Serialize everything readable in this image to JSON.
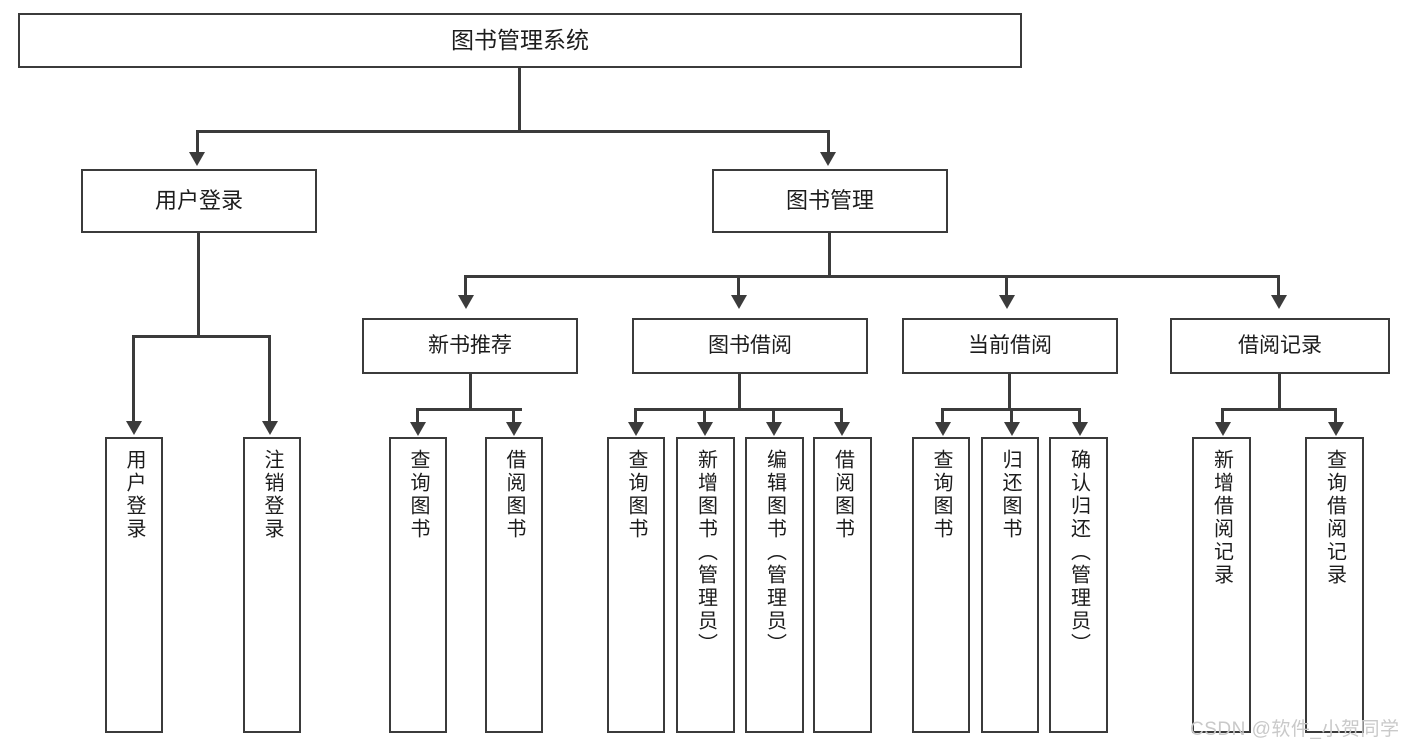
{
  "diagram": {
    "type": "tree-hierarchy",
    "title": "图书管理系统",
    "root": {
      "label": "图书管理系统"
    },
    "level2": [
      {
        "id": "user-login",
        "label": "用户登录"
      },
      {
        "id": "book-management",
        "label": "图书管理"
      }
    ],
    "level3": [
      {
        "id": "new-book-recommend",
        "label": "新书推荐"
      },
      {
        "id": "book-borrow",
        "label": "图书借阅"
      },
      {
        "id": "current-borrow",
        "label": "当前借阅"
      },
      {
        "id": "borrow-record",
        "label": "借阅记录"
      }
    ],
    "leaves": {
      "user_login": [
        {
          "id": "leaf-user-login",
          "label": "用户登录"
        },
        {
          "id": "leaf-logout-login",
          "label": "注销登录"
        }
      ],
      "new_book_recommend": [
        {
          "id": "leaf-query-book-1",
          "label": "查询图书"
        },
        {
          "id": "leaf-borrow-book-1",
          "label": "借阅图书"
        }
      ],
      "book_borrow": [
        {
          "id": "leaf-query-book-2",
          "label": "查询图书"
        },
        {
          "id": "leaf-add-book",
          "label": "新增图书（管理员）"
        },
        {
          "id": "leaf-edit-book",
          "label": "编辑图书（管理员）"
        },
        {
          "id": "leaf-borrow-book-2",
          "label": "借阅图书"
        }
      ],
      "current_borrow": [
        {
          "id": "leaf-query-book-3",
          "label": "查询图书"
        },
        {
          "id": "leaf-return-book",
          "label": "归还图书"
        },
        {
          "id": "leaf-confirm-return",
          "label": "确认归还（管理员）"
        }
      ],
      "borrow_record": [
        {
          "id": "leaf-add-borrow-record",
          "label": "新增借阅记录"
        },
        {
          "id": "leaf-query-borrow-record",
          "label": "查询借阅记录"
        }
      ]
    },
    "colors": {
      "stroke": "#3b3b3b",
      "fill": "#ffffff",
      "text": "#1c1c1c",
      "watermark": "#c9c9c9"
    }
  },
  "watermark": {
    "text": "CSDN @软件_小贺同学"
  }
}
